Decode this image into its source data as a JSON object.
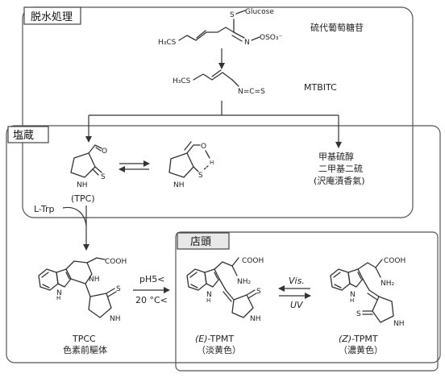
{
  "sections": {
    "dehydration": "脱水処理",
    "salting": "塩蔵",
    "store": "店頭"
  },
  "compounds": {
    "glucosinolate": {
      "s_glucose": "S",
      "glucose": "Glucose",
      "ms_left": "H₃CS",
      "n": "N",
      "oso3": "OSO₃⁻",
      "name": "硫代葡萄糖苷"
    },
    "mtbitc": {
      "ms_left": "H₃CS",
      "ncs": "N=C=S",
      "name": "MTBITC"
    },
    "tpc": {
      "label": "(TPC)",
      "o": "O",
      "nh": "NH",
      "s": "S"
    },
    "tpc_tautomer": {
      "o": "O",
      "h": "H",
      "s": "S",
      "nh": "NH"
    },
    "methanethiol": {
      "line1": "甲基硫醇",
      "line2": "二甲基二硫",
      "line3": "(沢庵漬香氣)"
    },
    "tpcc": {
      "cooh": "COOH",
      "nh_ring": "NH",
      "h_indole": "H",
      "n_indole": "N",
      "nh_thio": "NH",
      "s": "S",
      "name": "TPCC",
      "desc": "色素前驅体"
    },
    "e_tpmt": {
      "cooh": "COOH",
      "nh2": "NH₂",
      "h": "H",
      "n": "N",
      "nh": "NH",
      "s": "S",
      "name_prefix": "(E)",
      "name_suffix": "-TPMT",
      "desc": "（淡黄色）"
    },
    "z_tpmt": {
      "cooh": "COOH",
      "nh2": "NH₂",
      "h": "H",
      "n": "N",
      "nh": "NH",
      "s": "S",
      "name_prefix": "(Z)",
      "name_suffix": "-TPMT",
      "desc": "（濃黄色）"
    }
  },
  "reagents": {
    "trp": "L-Trp",
    "ph": "pH5<",
    "temp": "20 °C<",
    "vis": "Vis.",
    "uv": "UV"
  }
}
